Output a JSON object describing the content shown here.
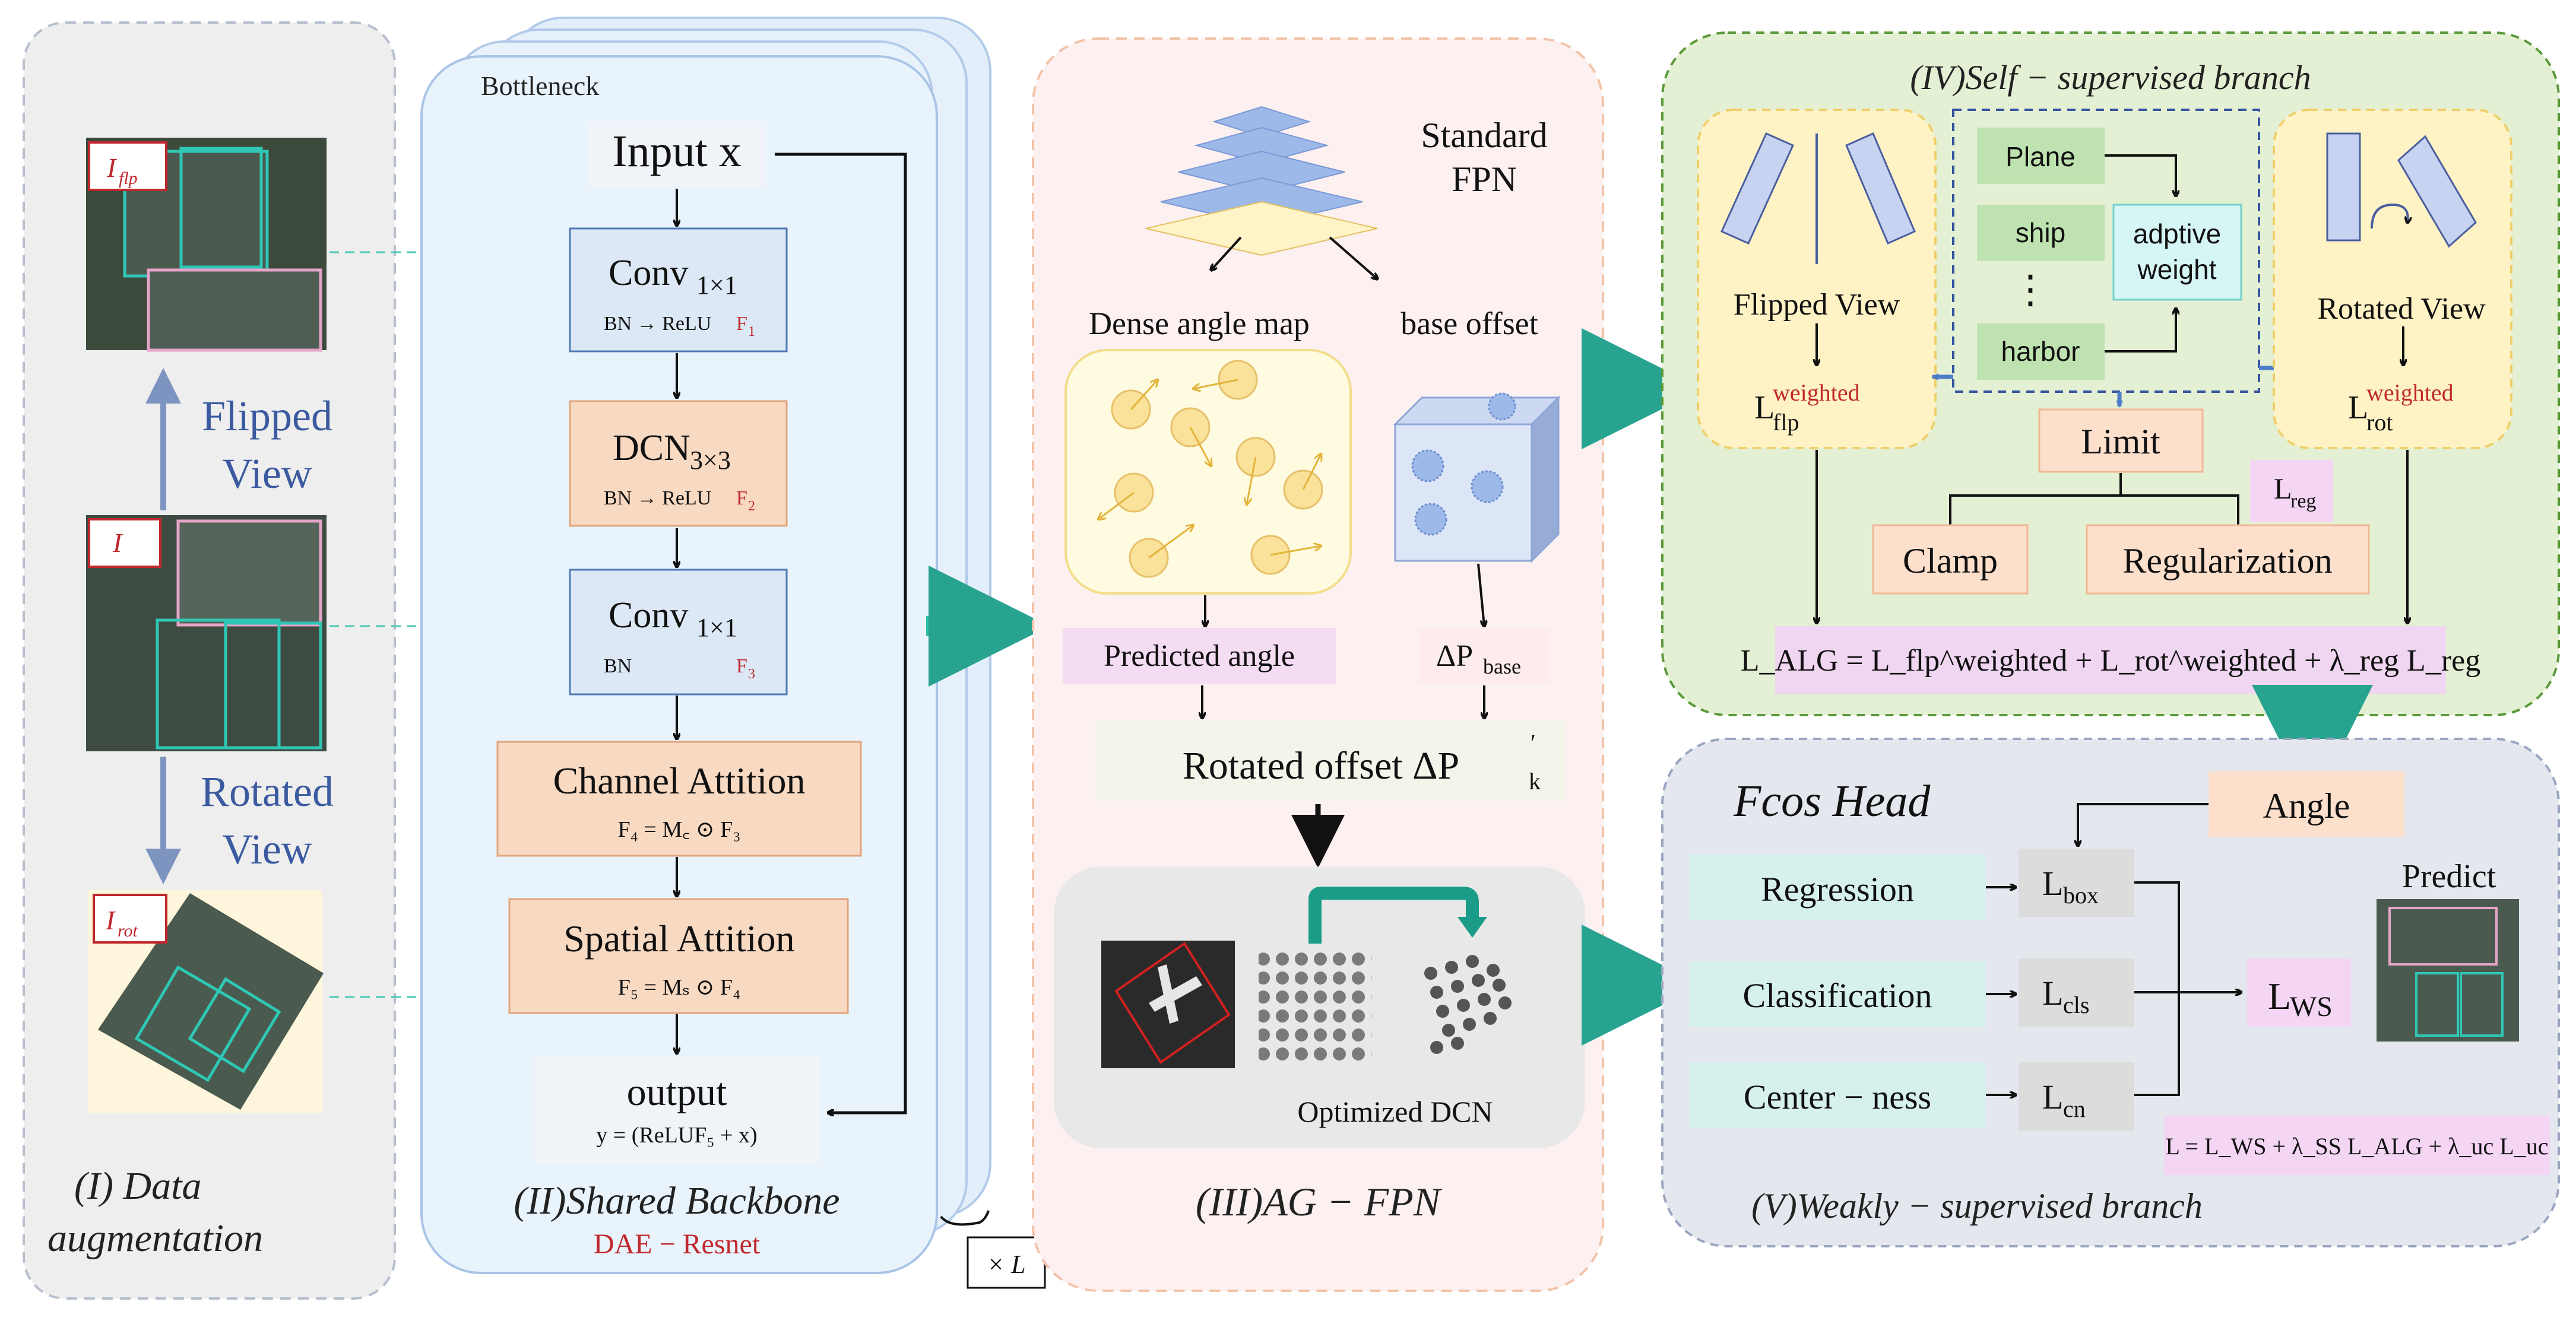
{
  "panel1": {
    "title_line1": "(I)  Data",
    "title_line2": "augmentation",
    "flipped_label_1": "Flipped",
    "flipped_label_2": "View",
    "rotated_label_1": "Rotated",
    "rotated_label_2": "View",
    "img_flip_tag": "I",
    "img_flip_sub": "flp",
    "img_orig_tag": "I",
    "img_rot_tag": "I",
    "img_rot_sub": "rot"
  },
  "panel2": {
    "bottleneck": "Bottleneck",
    "input": "Input x",
    "conv1_main": "Conv",
    "conv1_sub": "1×1",
    "conv1_detail": "BN → ReLU",
    "conv1_f": "F",
    "conv1_fsub": "1",
    "dcn_main": "DCN",
    "dcn_sub": "3×3",
    "dcn_detail": "BN → ReLU",
    "dcn_f": "F",
    "dcn_fsub": "2",
    "conv2_main": "Conv",
    "conv2_sub": "1×1",
    "conv2_detail": "BN",
    "conv2_f": "F",
    "conv2_fsub": "3",
    "channel_title": "Channel Attition",
    "channel_formula": "F₄ = M꜀ ⊙ F₃",
    "spatial_title": "Spatial Attition",
    "spatial_formula": "F₅ = Mₛ ⊙ F₄",
    "output_title": "output",
    "output_formula": "y =   (ReLUF₅ + x)",
    "times_l": "× L",
    "title": "(II)Shared Backbone",
    "subtitle": "DAE − Resnet"
  },
  "panel3": {
    "fpn_line1": "Standard",
    "fpn_line2": "FPN",
    "dense_angle": "Dense angle map",
    "base_offset": "base offset",
    "predicted_angle": "Predicted angle",
    "delta_p": "ΔP",
    "delta_p_sub": "base",
    "rotated_offset": "Rotated offset ΔP",
    "rotated_offset_sub": "k",
    "rotated_offset_sup": "′",
    "optimized_dcn": "Optimized DCN",
    "title": "(III)AG − FPN"
  },
  "panel4": {
    "title": "(IV)Self − supervised branch",
    "flipped_view": "Flipped View",
    "rotated_view": "Rotated View",
    "l_flp_main": "L",
    "l_flp_sub": "flp",
    "l_rot_main": "L",
    "l_rot_sub": "rot",
    "weighted": "weighted",
    "classes": [
      "Plane",
      "ship",
      "⋮",
      "harbor"
    ],
    "adaptive_line1": "adptive",
    "adaptive_line2": "weight",
    "limit": "Limit",
    "l_reg": "L",
    "l_reg_sub": "reg",
    "clamp": "Clamp",
    "regularization": "Regularization",
    "formula": "L_ALG = L_flp^weighted + L_rot^weighted + λ_reg L_reg"
  },
  "panel5": {
    "title": "Fcos Head",
    "regression": "Regression",
    "classification": "Classification",
    "centerness": "Center − ness",
    "l_box": "box",
    "l_cls": "cls",
    "l_cn": "cn",
    "l_ws": "WS",
    "angle": "Angle",
    "predict": "Predict",
    "total_formula": "L = L_WS + λ_SS L_ALG + λ_uc L_uc",
    "footer": "(V)Weakly − supervised branch"
  },
  "colors": {
    "teal_arrow": "#2dbfa8",
    "blue_label": "#3b5aa0",
    "red_label": "#c0282d",
    "conv_fill": "#dce8f6",
    "conv_border": "#4f79b3",
    "orange_fill": "#f8d9c2",
    "orange_border": "#e0a57b",
    "green_panel": "#e4f0d4",
    "gray_panel": "#e4e7ee",
    "pink_panel": "#fdeeee"
  }
}
